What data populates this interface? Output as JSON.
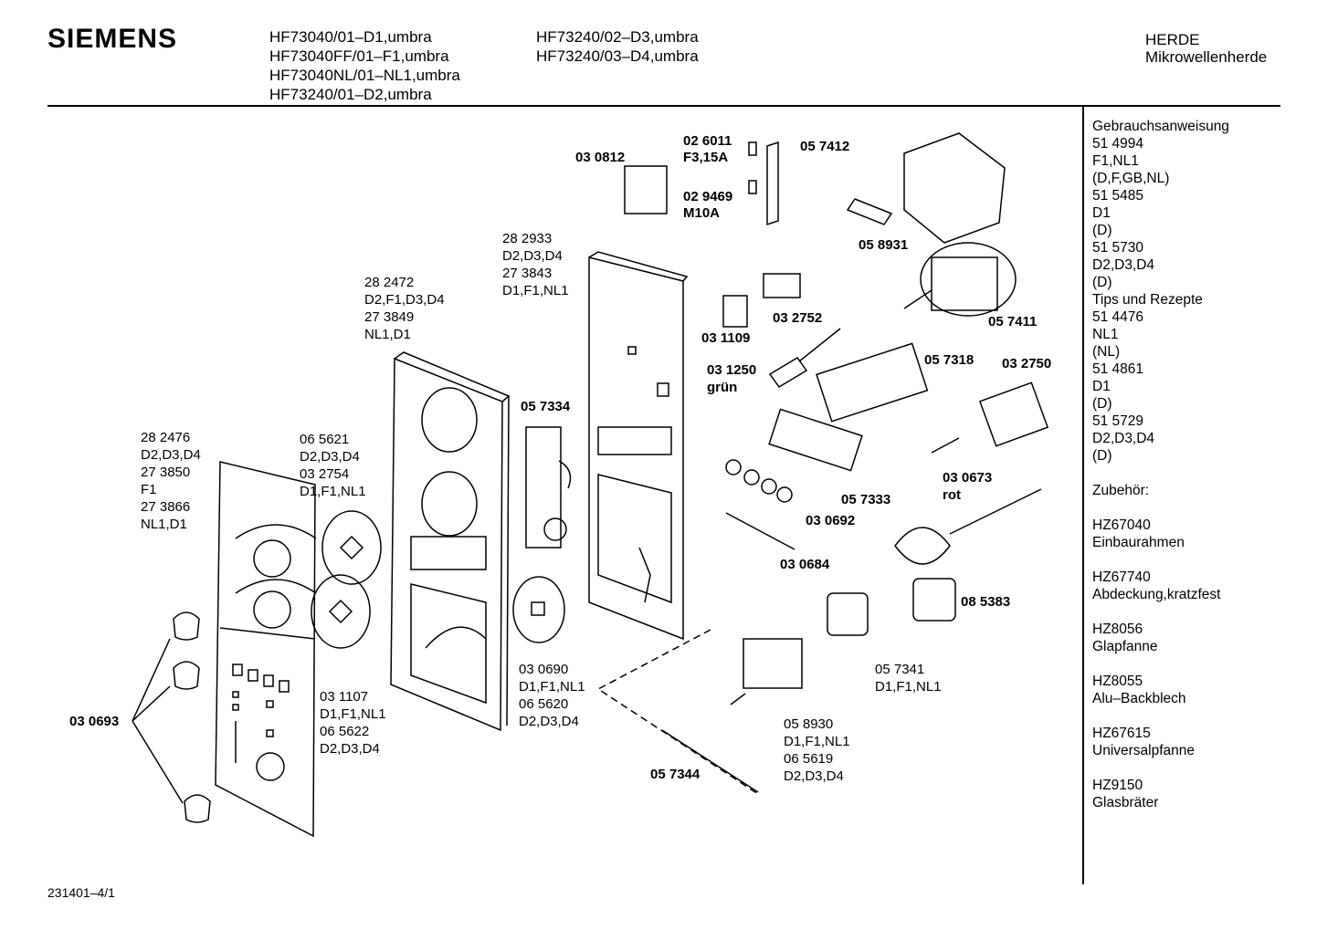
{
  "header": {
    "brand": "SIEMENS",
    "models_col1": [
      "HF73040/01–D1,umbra",
      "HF73040FF/01–F1,umbra",
      "HF73040NL/01–NL1,umbra",
      "HF73240/01–D2,umbra"
    ],
    "models_col2": [
      "HF73240/02–D3,umbra",
      "HF73240/03–D4,umbra"
    ],
    "category": [
      "HERDE",
      "Mikrowellenherde"
    ]
  },
  "sidebar": {
    "lines": [
      "Gebrauchsanweisung",
      "51 4994",
      "F1,NL1",
      "(D,F,GB,NL)",
      "51 5485",
      "D1",
      "(D)",
      "51 5730",
      "D2,D3,D4",
      "(D)",
      "Tips und Rezepte",
      "51 4476",
      "NL1",
      "(NL)",
      "51 4861",
      "D1",
      "(D)",
      "51 5729",
      "D2,D3,D4",
      "(D)",
      "",
      "Zubehör:",
      "",
      "HZ67040",
      "Einbaurahmen",
      "",
      "HZ67740",
      "Abdeckung,kratzfest",
      "",
      "HZ8056",
      "Glapfanne",
      "",
      "HZ8055",
      "Alu–Backblech",
      "",
      "HZ67615",
      "Universalpfanne",
      "",
      "HZ9150",
      "Glasbräter"
    ]
  },
  "labels": {
    "l_030812": "03 0812",
    "l_026011": [
      "02 6011",
      "F3,15A"
    ],
    "l_029469": [
      "02 9469",
      "M10A"
    ],
    "l_057412": "05 7412",
    "l_058931": "05 8931",
    "l_057411": "05 7411",
    "l_282933": [
      "28 2933",
      "D2,D3,D4",
      "27 3843",
      "D1,F1,NL1"
    ],
    "l_282472": [
      "28 2472",
      "D2,F1,D3,D4",
      "27 3849",
      "NL1,D1"
    ],
    "l_032752": "03 2752",
    "l_031109": "03 1109",
    "l_031250": [
      "03 1250",
      "grün"
    ],
    "l_057318": "05 7318",
    "l_032750": "03 2750",
    "l_057334": "05 7334",
    "l_282476": [
      "28 2476",
      "D2,D3,D4",
      "27 3850",
      "F1",
      "27 3866",
      "NL1,D1"
    ],
    "l_065621": [
      "06 5621",
      "D2,D3,D4",
      "03 2754",
      "D1,F1,NL1"
    ],
    "l_057333": "05 7333",
    "l_030692": "03 0692",
    "l_030673": [
      "03 0673",
      "rot"
    ],
    "l_030684": "03 0684",
    "l_085383": "08 5383",
    "l_030690": [
      "03 0690",
      "D1,F1,NL1",
      "06 5620",
      "D2,D3,D4"
    ],
    "l_057341": [
      "05 7341",
      "D1,F1,NL1"
    ],
    "l_031107": [
      "03 1107",
      "D1,F1,NL1",
      "06 5622",
      "D2,D3,D4"
    ],
    "l_030693": "03 0693",
    "l_058930": [
      "05 8930",
      "D1,F1,NL1",
      "06 5619",
      "D2,D3,D4"
    ],
    "l_057344": "05 7344"
  },
  "footer": {
    "code": "231401–4/1"
  }
}
